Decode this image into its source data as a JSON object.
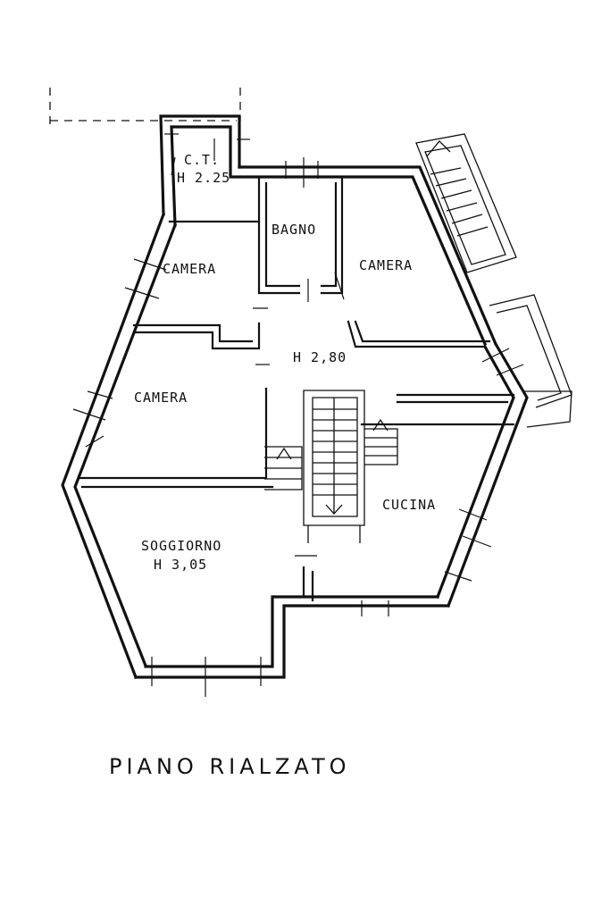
{
  "rooms": {
    "ct_label": "C.T.",
    "ct_height": "H 2.25",
    "bagno": "BAGNO",
    "camera_top_left": "CAMERA",
    "camera_top_right": "CAMERA",
    "corridor_height": "H 2,80",
    "camera_middle_left": "CAMERA",
    "cucina": "CUCINA",
    "soggiorno": "SOGGIORNO",
    "soggiorno_height": "H 3,05"
  },
  "title": "PIANO RIALZATO"
}
